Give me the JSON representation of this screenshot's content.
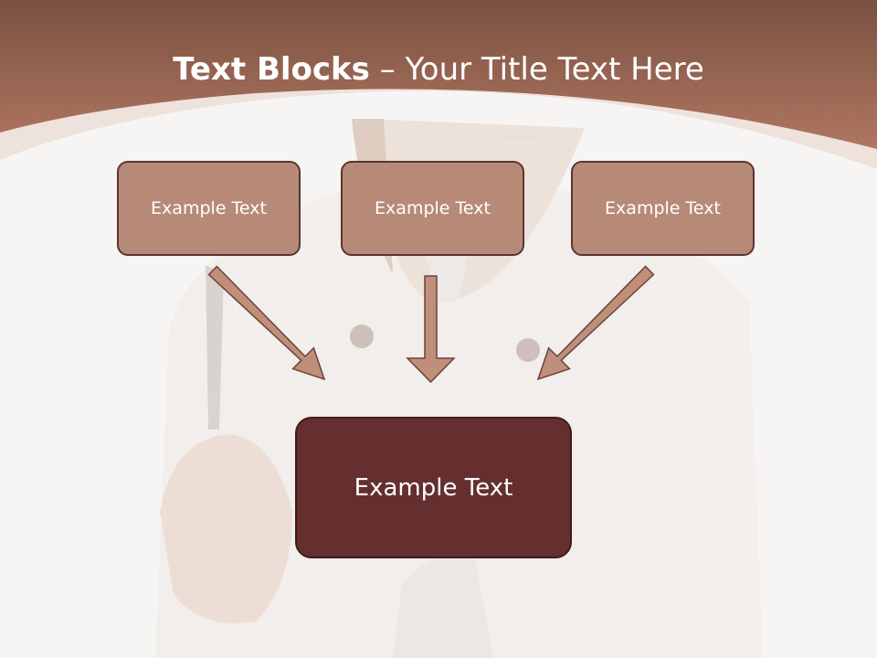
{
  "title": {
    "bold": "Text Blocks",
    "dash": "–",
    "rest": "Your Title Text Here"
  },
  "boxes": {
    "left": "Example Text",
    "middle": "Example Text",
    "right": "Example Text",
    "center": "Example Text"
  },
  "colors": {
    "header": "#a56a55",
    "box_fill": "#b78a77",
    "box_border": "#5a3530",
    "center_fill": "#652f2f",
    "arrow_fill": "#c08f7c",
    "background": "#f7f5f4"
  }
}
